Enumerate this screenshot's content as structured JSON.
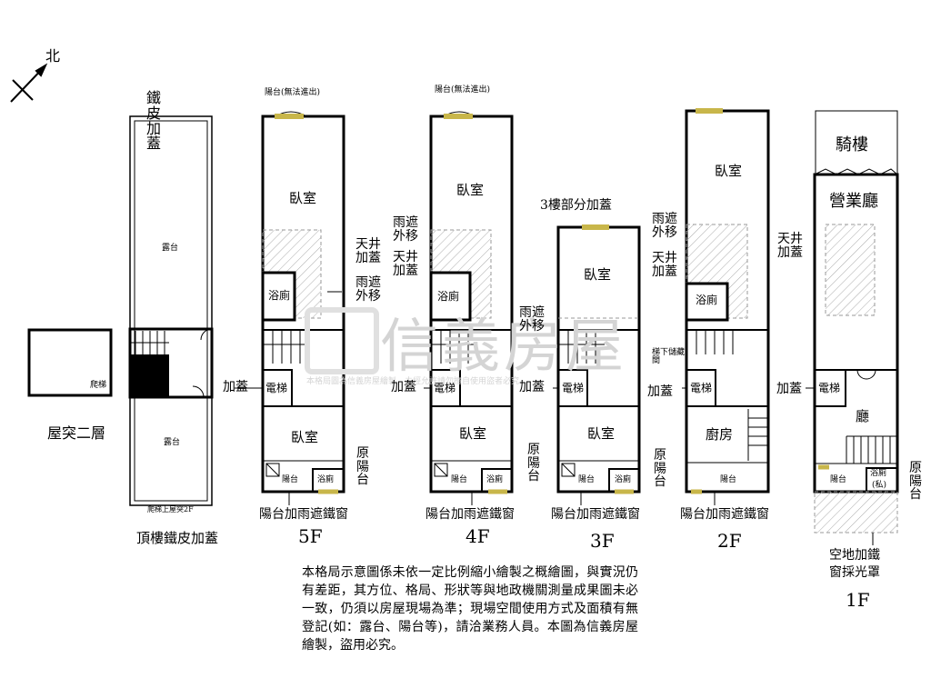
{
  "compass": {
    "north": "北"
  },
  "watermark": {
    "brand": "信義房屋",
    "notice": "本格局圖為信義房屋繪製，未經允許請勿擅自使用盜者必究"
  },
  "roof": {
    "top_label": "鐵皮加蓋",
    "terrace_upper": "露台",
    "terrace_lower": "露台",
    "ladder_note": "爬梯上屋突2F",
    "caption": "頂樓鐵皮加蓋"
  },
  "roof_annex": {
    "ladder": "爬梯",
    "caption": "屋突二層"
  },
  "floor5": {
    "balcony_top": "陽台(無法進出)",
    "bedroom_front": "臥室",
    "skylight": "天井加蓋",
    "rain_shelter": "雨遮外移",
    "bathroom": "浴廁",
    "elevator": "電梯",
    "extension": "加蓋",
    "bedroom_rear": "臥室",
    "original_balcony": "原陽台",
    "balcony": "陽台",
    "bathroom_rear": "浴廁",
    "rear_window": "陽台加雨遮鐵窗",
    "floor_label": "5F"
  },
  "floor4": {
    "balcony_top": "陽台(無法進出)",
    "bedroom_front": "臥室",
    "rain_shelter": "雨遮外移",
    "skylight": "天井加蓋",
    "bathroom": "浴廁",
    "elevator": "電梯",
    "extension": "加蓋",
    "bedroom_rear": "臥室",
    "original_balcony": "原陽台",
    "balcony": "陽台",
    "bathroom_rear": "浴廁",
    "rear_window": "陽台加雨遮鐵窗",
    "floor_label": "4F"
  },
  "floor3": {
    "partial_extension": "3樓部分加蓋",
    "bedroom_front": "臥室",
    "rain_shelter": "雨遮外移",
    "elevator": "電梯",
    "extension": "加蓋",
    "bedroom_rear": "臥室",
    "original_balcony": "原陽台",
    "balcony": "陽台",
    "bathroom_rear": "浴廁",
    "rear_window": "陽台加雨遮鐵窗",
    "floor_label": "3F"
  },
  "floor2": {
    "bedroom_front": "臥室",
    "rain_shelter": "雨遮外移",
    "skylight": "天井加蓋",
    "bathroom": "浴廁",
    "under_stairs": "梯下儲藏間",
    "elevator": "電梯",
    "extension": "加蓋",
    "kitchen": "廚房",
    "balcony": "陽台",
    "rear_window": "陽台加雨遮鐵窗",
    "floor_label": "2F"
  },
  "floor1": {
    "arcade": "騎樓",
    "shop_hall": "營業廳",
    "skylight": "天井加蓋",
    "elevator": "電梯",
    "extension": "加蓋",
    "hall": "廳",
    "balcony": "陽台",
    "bathroom_rear": "浴廁",
    "private": "(私)",
    "original_balcony": "原陽台",
    "empty_lot": "空地加鐵窗採光罩",
    "floor_label": "1F"
  },
  "disclaimer": "本格局示意圖係未依一定比例縮小繪製之概繪圖，與實況仍有差距，其方位、格局、形狀等與地政機關測量成果圖未必一致，仍須以房屋現場為準；現場空間使用方式及面積有無登記(如：露台、陽台等)，請洽業務人員。本圖為信義房屋繪製，盜用必究。"
}
